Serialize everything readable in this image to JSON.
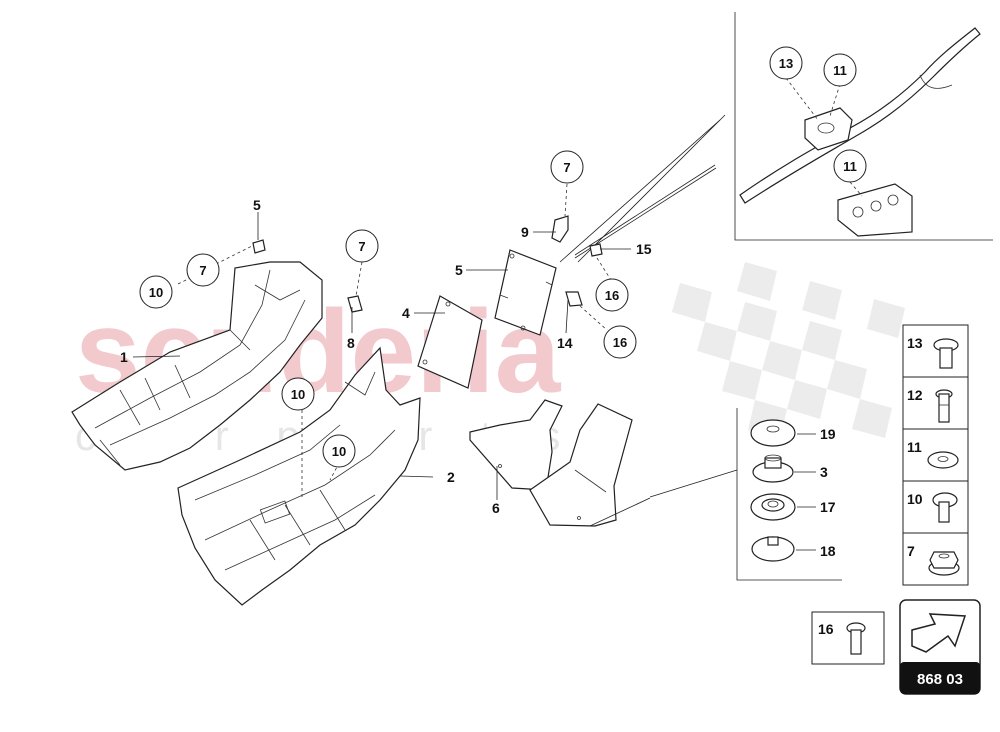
{
  "watermark": {
    "brand": "scuderia",
    "sub": "c a r   p a r t s",
    "brand_color": "#f2c9cc",
    "sub_color": "#e6e6e6"
  },
  "callouts": [
    {
      "id": "c13-detail",
      "num": "13"
    },
    {
      "id": "c11-detail-top",
      "num": "11"
    },
    {
      "id": "c11-detail-bottom",
      "num": "11"
    },
    {
      "id": "c7-top",
      "num": "7"
    },
    {
      "id": "c7-left",
      "num": "7"
    },
    {
      "id": "c10-left",
      "num": "10"
    },
    {
      "id": "c7-mid",
      "num": "7"
    },
    {
      "id": "c10-lower-a",
      "num": "10"
    },
    {
      "id": "c10-lower-b",
      "num": "10"
    },
    {
      "id": "c16-a",
      "num": "16"
    },
    {
      "id": "c16-b",
      "num": "16"
    }
  ],
  "labels": {
    "l1": "1",
    "l2": "2",
    "l4": "4",
    "l5-top": "5",
    "l5-mid": "5",
    "l6": "6",
    "l8": "8",
    "l9": "9",
    "l14": "14",
    "l15": "15",
    "l19": "19",
    "l3": "3",
    "l17": "17",
    "l18": "18"
  },
  "legend": [
    {
      "id": "r13",
      "num": "13"
    },
    {
      "id": "r12",
      "num": "12"
    },
    {
      "id": "r11",
      "num": "11"
    },
    {
      "id": "r10",
      "num": "10"
    },
    {
      "id": "r7",
      "num": "7"
    }
  ],
  "ref16": "16",
  "diagram_number": "868 03"
}
